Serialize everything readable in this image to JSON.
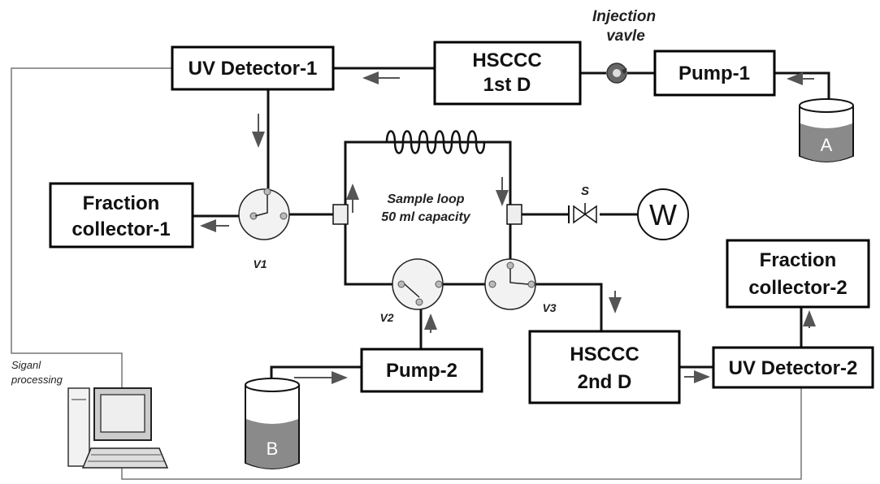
{
  "boxes": {
    "uv_detector_1": "UV Detector-1",
    "hsccc_1": [
      "HSCCC",
      "1st D"
    ],
    "pump_1": "Pump-1",
    "fraction_collector_1": [
      "Fraction",
      "collector-1"
    ],
    "fraction_collector_2": [
      "Fraction",
      "collector-2"
    ],
    "pump_2": "Pump-2",
    "hsccc_2": [
      "HSCCC",
      "2nd D"
    ],
    "uv_detector_2": "UV Detector-2"
  },
  "labels": {
    "injection_valve": [
      "Injection",
      "vavle"
    ],
    "sample_loop": [
      "Sample loop",
      "50 ml capacity"
    ],
    "valve_s": "S",
    "waste": "W",
    "v1": "V1",
    "v2": "V2",
    "v3": "V3",
    "signal_processing": [
      "Siganl",
      "processing"
    ]
  },
  "reservoirs": {
    "a": "A",
    "b": "B"
  },
  "colors": {
    "liquid": "#8a8a8a",
    "line": "#111111",
    "signal_wire": "#777777"
  }
}
